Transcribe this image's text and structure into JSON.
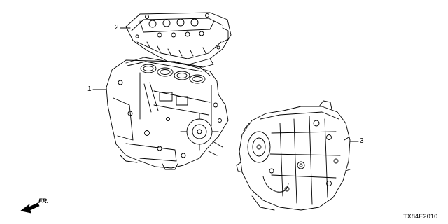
{
  "callouts": [
    {
      "id": "2",
      "label": "2"
    },
    {
      "id": "1",
      "label": "1"
    },
    {
      "id": "3",
      "label": "3"
    }
  ],
  "direction": {
    "label": "FR.",
    "icon": "direction-arrow-icon"
  },
  "diagram_code": "TX84E2010",
  "colors": {
    "ink": "#000000",
    "paper": "#ffffff"
  }
}
